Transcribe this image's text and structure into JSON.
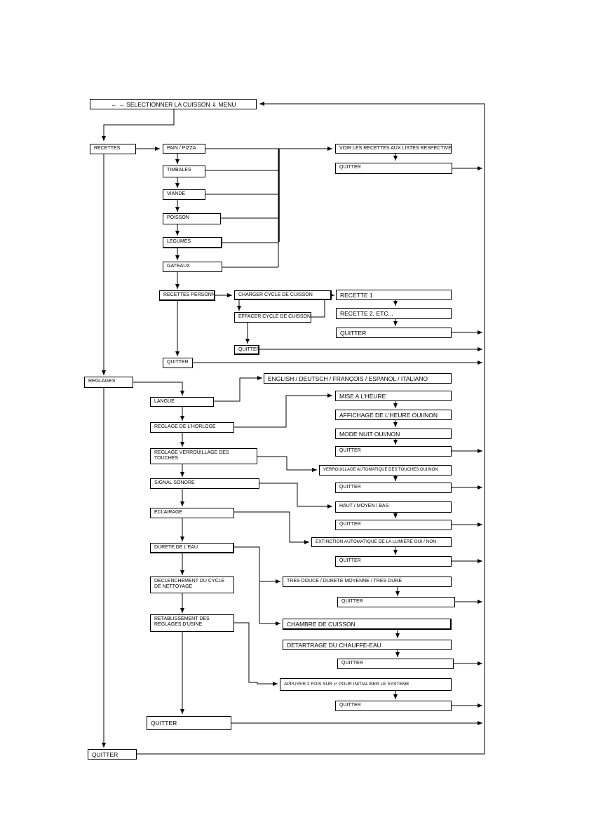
{
  "colors": {
    "line": "#000000",
    "box_border": "#000000",
    "background": "#ffffff"
  },
  "top_menu": "← → SELECTIONNER LA CUISSON     ⇓ MENU",
  "recettes": {
    "label": "RECETTES",
    "items": [
      "PAIN / PIZZA",
      "TIMBALES",
      "VIANDE",
      "POISSON",
      "LEGUMES",
      "GATEAUX"
    ],
    "voir": "VOIR LES RECETTES AUX LISTES RESPECTIVES",
    "voir_quit": "QUITTER",
    "personnel": "RECETTES PERSONNEL",
    "charger": "CHARGER CYCLE DE CUISSON",
    "effacer": "EFFACER CYCLE DE CUISSON",
    "effacer_quit": "QUITTER",
    "recette1": "RECETTE 1",
    "recette2": "RECETTE 2, ETC...",
    "recette_quit": "QUITTER",
    "quit": "QUITTER"
  },
  "reglages": {
    "label": "REGLAGES",
    "langue": "LANGUE",
    "langues": "ENGLISH / DEUTSCH / FRANÇOIS / ESPANOL / ITALIANO",
    "horloge": "REGLAGE DE L'HORLOGE",
    "mise": "MISE A L'HEURE",
    "affichage": "AFFICHAGE DE L'HEURE  OUI/NON",
    "mode_nuit": "MODE NUIT  OUI/NON",
    "horloge_quit": "QUITTER",
    "verrou": "REGLAGE VERROUILLAGE DES TOUCHES",
    "verrou_auto": "VERROUILLAGE AUTOMATIQUE DES TOUCHES OUI/NON",
    "verrou_quit": "QUITTER",
    "signal": "SIGNAL SONORE",
    "signal_opts": "HAUT / MOYEN / BAS",
    "signal_quit": "QUITTER",
    "eclairage": "ECLAIRAGE",
    "extinction": "EXTINCTION AUTOMATIQUE DE LA LUMIERE OUI / NON",
    "eclairage_quit": "QUITTER",
    "durete": "DURETE DE L'EAU",
    "durete_opts": "TRES DOUCE / DURETE MOYENNE / TRES DURE",
    "durete_quit": "QUITTER",
    "nettoyage": "DECLENCHEMENT DU CYCLE DE NETTOYAGE",
    "chambre": "CHAMBRE DE CUISSON",
    "detartrage": "DETARTRAGE DU CHAUFFE-EAU",
    "nettoyage_quit": "QUITTER",
    "usine": "RETABLISSEMENT DES REGLAGES D'USINE",
    "appuyer": "APPUYER 2 FOIS SUR  ↵  POUR INITIALISER LE SYSTEME",
    "usine_quit": "QUITTER",
    "quit": "QUITTER"
  },
  "main_quit": "QUITTER"
}
